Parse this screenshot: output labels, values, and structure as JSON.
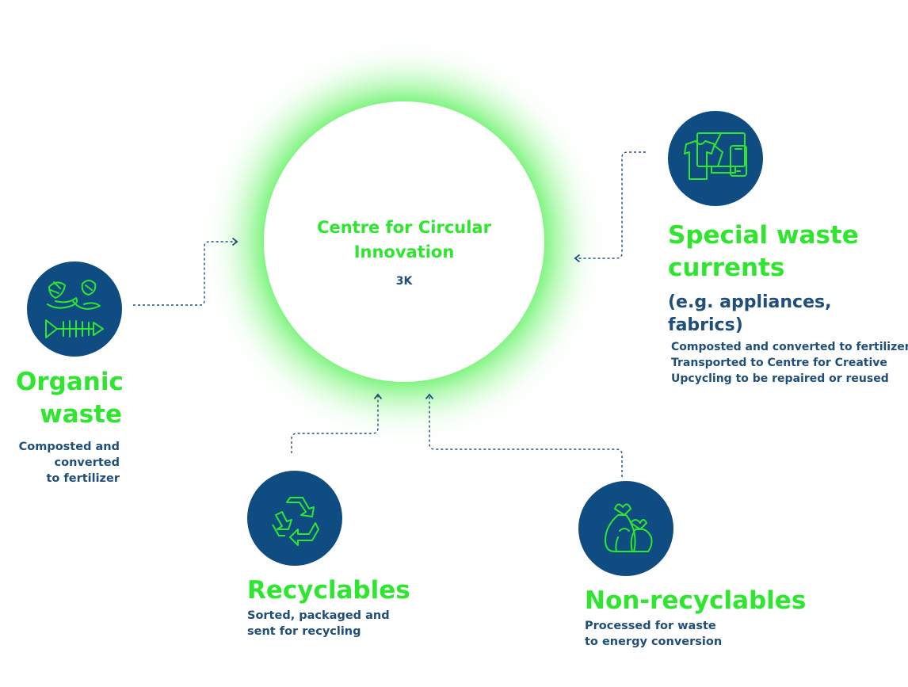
{
  "center": {
    "title_lines": [
      "Centre for Circular",
      "Innovation"
    ],
    "value": "3K"
  },
  "organic": {
    "title_lines": [
      "Organic",
      "waste"
    ],
    "desc_lines": [
      "Composted and",
      "converted",
      "to fertilizer"
    ],
    "icon": "food-waste-icon"
  },
  "special": {
    "title_lines": [
      "Special waste",
      "currents"
    ],
    "subtitle_lines": [
      "(e.g. appliances,",
      "fabrics)"
    ],
    "desc_lines": [
      "Composted and converted to fertilizer",
      "Transported to Centre for Creative",
      "Upcycling to be repaired or reused"
    ],
    "icon": "appliances-fabrics-icon"
  },
  "recyclables": {
    "title": "Recyclables",
    "desc_lines": [
      "Sorted, packaged and",
      "sent for recycling"
    ],
    "icon": "recycle-icon"
  },
  "nonrecyclables": {
    "title": "Non-recyclables",
    "desc_lines": [
      "Processed for waste",
      "to energy conversion"
    ],
    "icon": "garbage-bags-icon"
  },
  "colors": {
    "accent_green": "#2ee62e",
    "navy": "#1f4e7a",
    "icon_circle": "#0f4c81",
    "connector": "#1f4e7a"
  }
}
